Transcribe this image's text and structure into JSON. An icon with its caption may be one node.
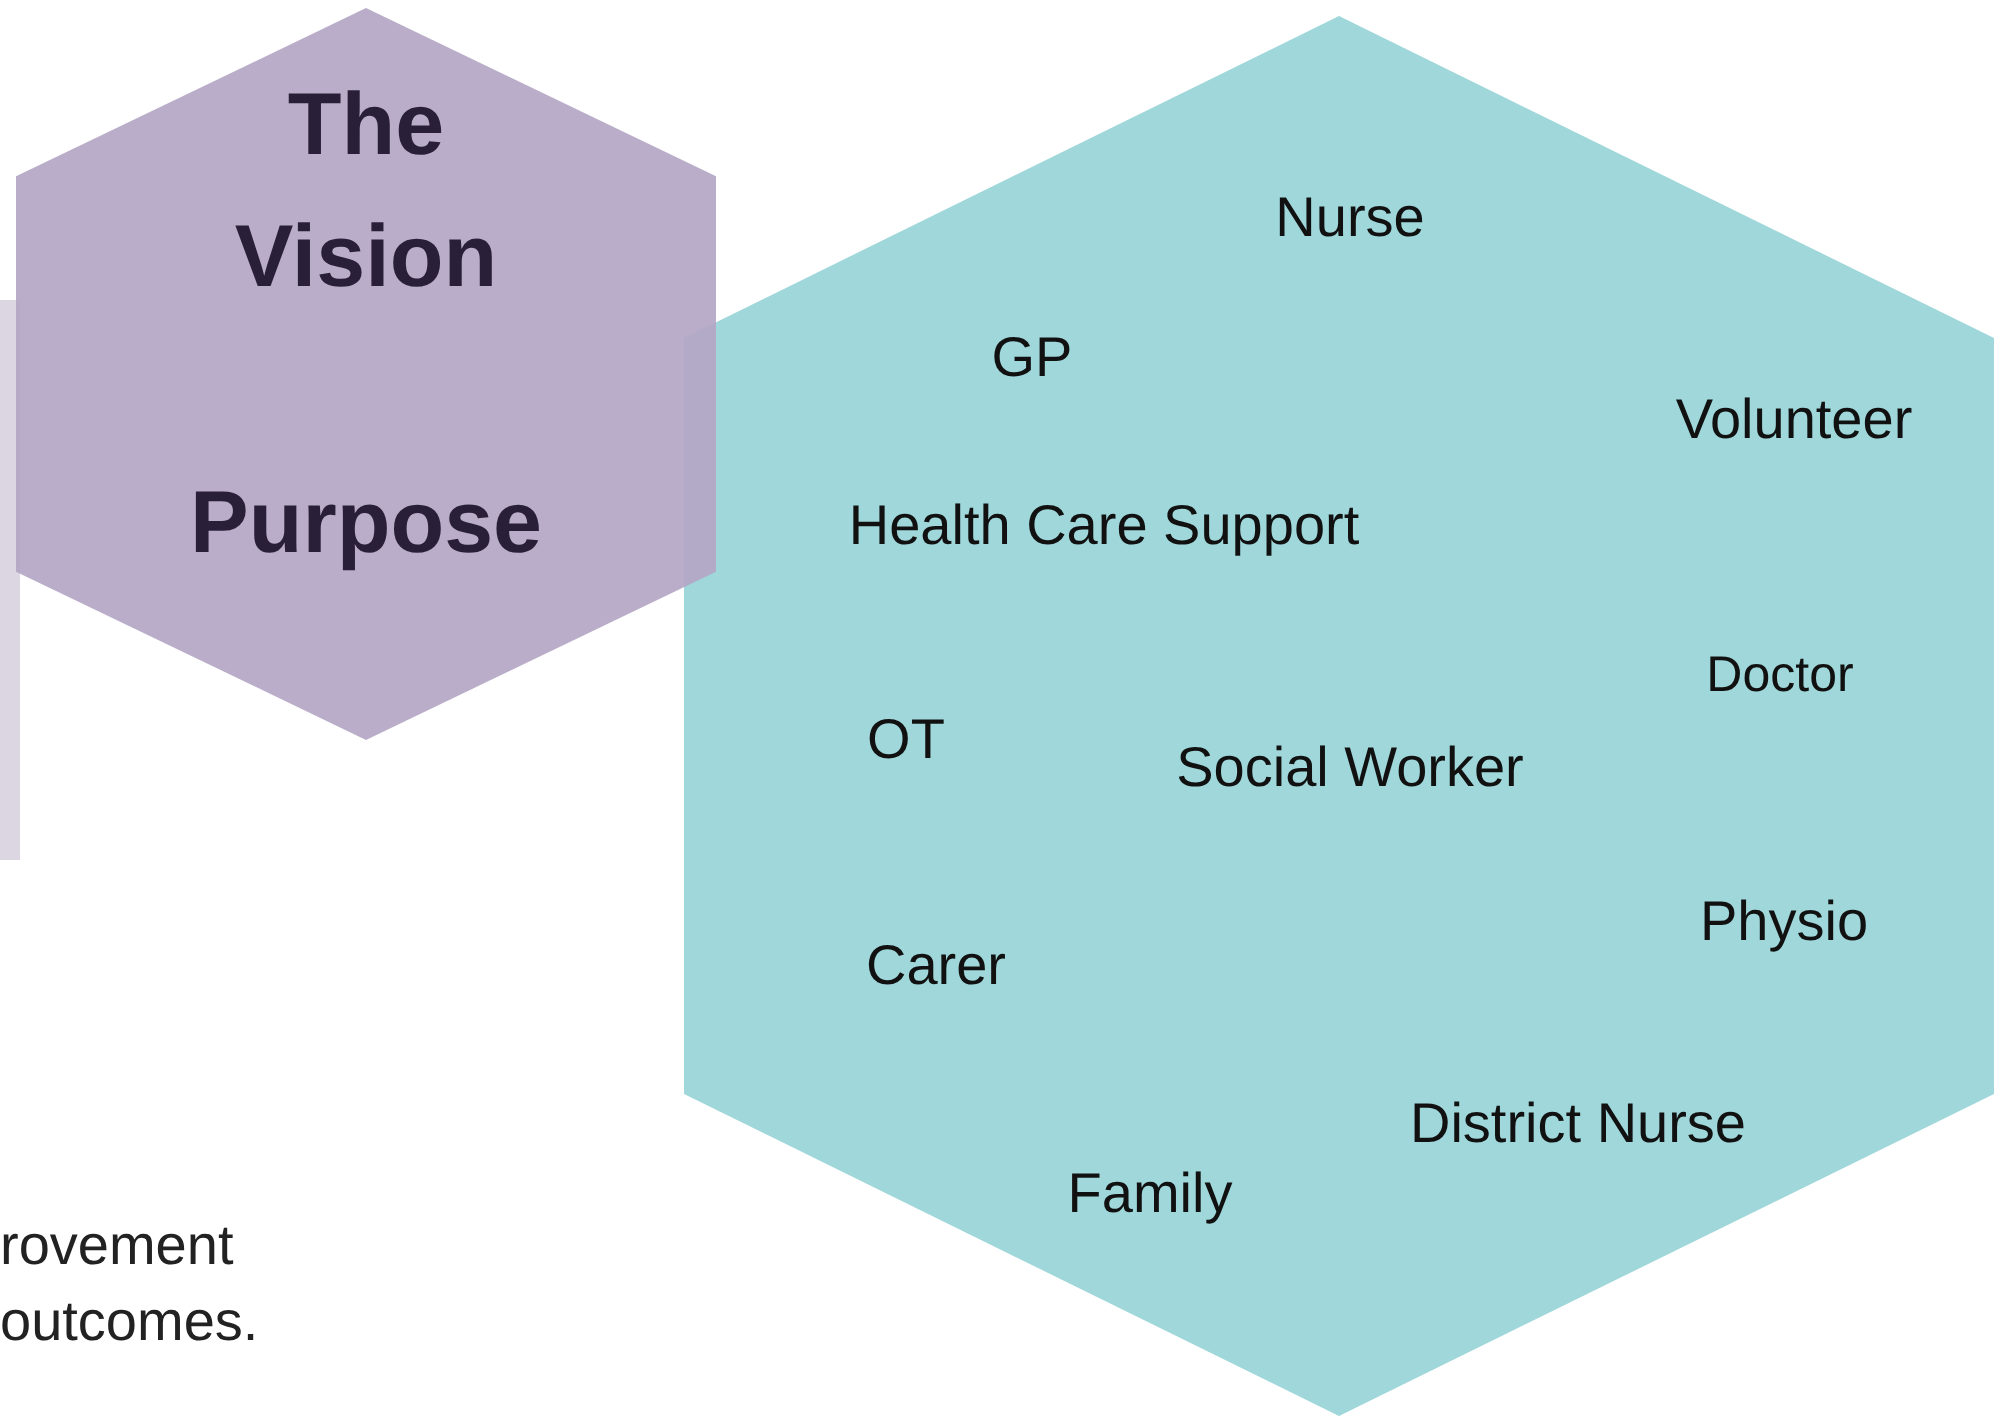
{
  "diagram": {
    "nodes": [
      {
        "text": [
          "The Vision",
          "Purpose"
        ]
      },
      {
        "text": [
          "Nurse",
          "GP",
          "Volunteer",
          "Health Care Support",
          "Doctor",
          "OT",
          "Social Worker",
          "Physio",
          "Carer",
          "District Nurse",
          "Family"
        ]
      }
    ],
    "labels": [
      "rovement outcomes."
    ]
  }
}
